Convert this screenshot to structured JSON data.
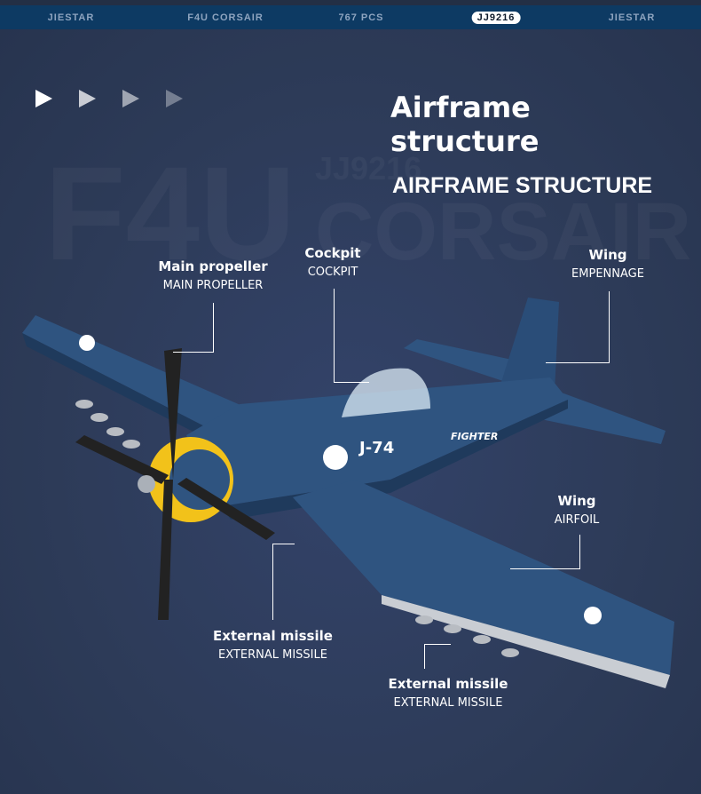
{
  "topbar": {
    "items": [
      "JIESTAR",
      "F4U CORSAIR",
      "767 PCS",
      "JJ9216",
      "JIESTAR"
    ]
  },
  "watermark": {
    "large": "F4U",
    "model": "JJ9216",
    "name": "CORSAIR"
  },
  "title": {
    "main": "Airframe structure",
    "sub": "AIRFRAME STRUCTURE"
  },
  "callouts": [
    {
      "title": "Main propeller",
      "subtitle": "MAIN PROPELLER"
    },
    {
      "title": "Cockpit",
      "subtitle": "COCKPIT"
    },
    {
      "title": "Wing",
      "subtitle": "EMPENNAGE"
    },
    {
      "title": "Wing",
      "subtitle": "AIRFOIL"
    },
    {
      "title": "External missile",
      "subtitle": "EXTERNAL MISSILE"
    },
    {
      "title": "External missile",
      "subtitle": "EXTERNAL MISSILE"
    }
  ],
  "plane": {
    "code": "J-74",
    "tail_text": "FIGHTER"
  },
  "colors": {
    "background": "#2d3b58",
    "topbar": "#0d3a63",
    "plane_blue": "#2f5480",
    "propeller_yellow": "#f2c21a"
  }
}
